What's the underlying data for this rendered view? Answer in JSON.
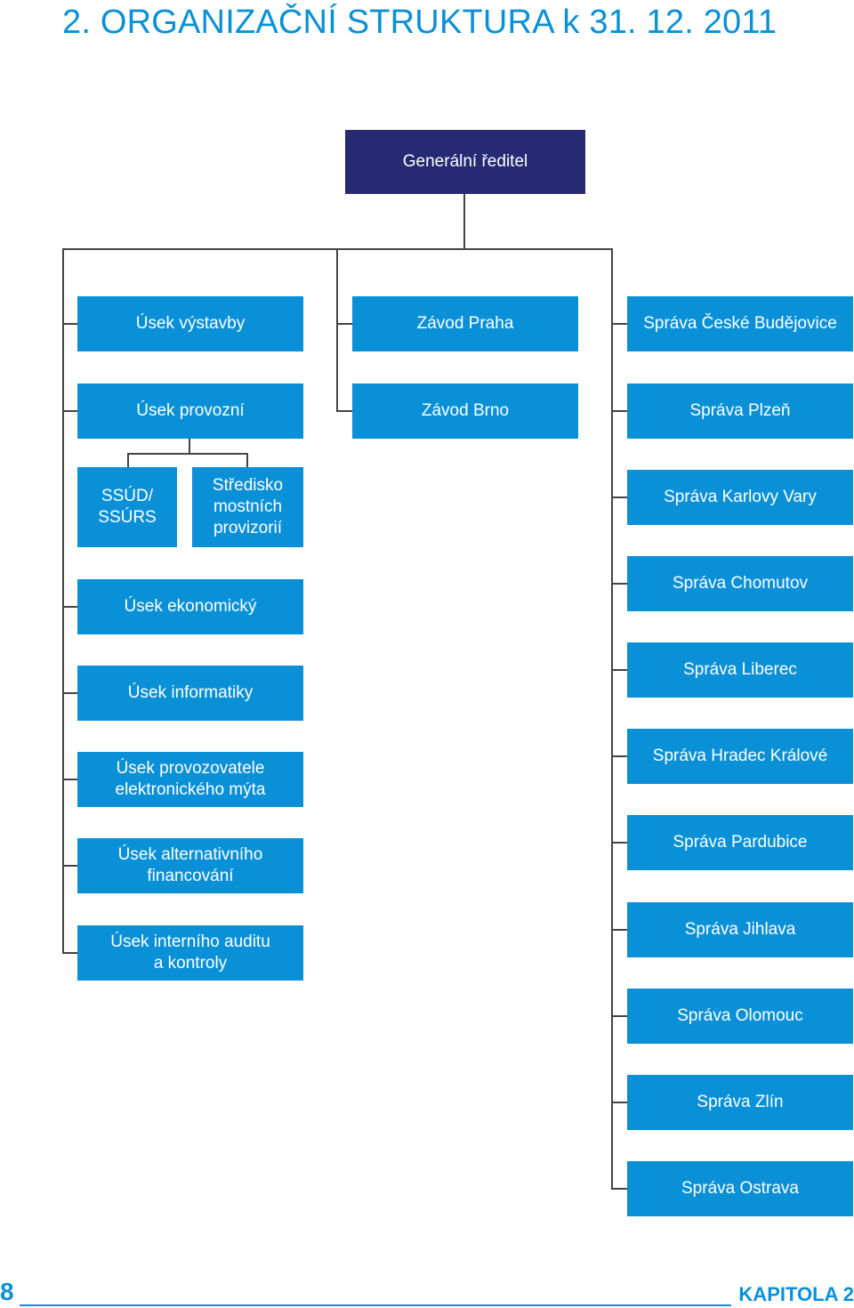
{
  "title": "2. ORGANIZAČNÍ STRUKTURA k 31. 12. 2011",
  "director": "Generální ředitel",
  "left_column": {
    "vystavby": "Úsek výstavby",
    "provozni": "Úsek provozní",
    "ssud": "SSÚD/\nSSÚRS",
    "stredisko": "Středisko\nmostních\nprovizorií",
    "ekonomicky": "Úsek ekonomický",
    "informatiky": "Úsek informatiky",
    "myta": "Úsek provozovatele\nelektronického mýta",
    "financovani": "Úsek alternativního\nfinancování",
    "auditu": "Úsek interního auditu\na kontroly"
  },
  "middle_column": {
    "praha": "Závod Praha",
    "brno": "Závod Brno"
  },
  "right_column": {
    "budejovice": "Správa České Budějovice",
    "plzen": "Správa Plzeň",
    "karlovy_vary": "Správa Karlovy Vary",
    "chomutov": "Správa Chomutov",
    "liberec": "Správa Liberec",
    "hradec": "Správa Hradec Králové",
    "pardubice": "Správa Pardubice",
    "jihlava": "Správa Jihlava",
    "olomouc": "Správa Olomouc",
    "zlin": "Správa Zlín",
    "ostrava": "Správa Ostrava"
  },
  "footer": {
    "page_number": "8",
    "chapter": "KAPITOLA 2"
  },
  "colors": {
    "accent_blue": "#0a90d7",
    "director_navy": "#262a73",
    "connector": "#444444"
  }
}
